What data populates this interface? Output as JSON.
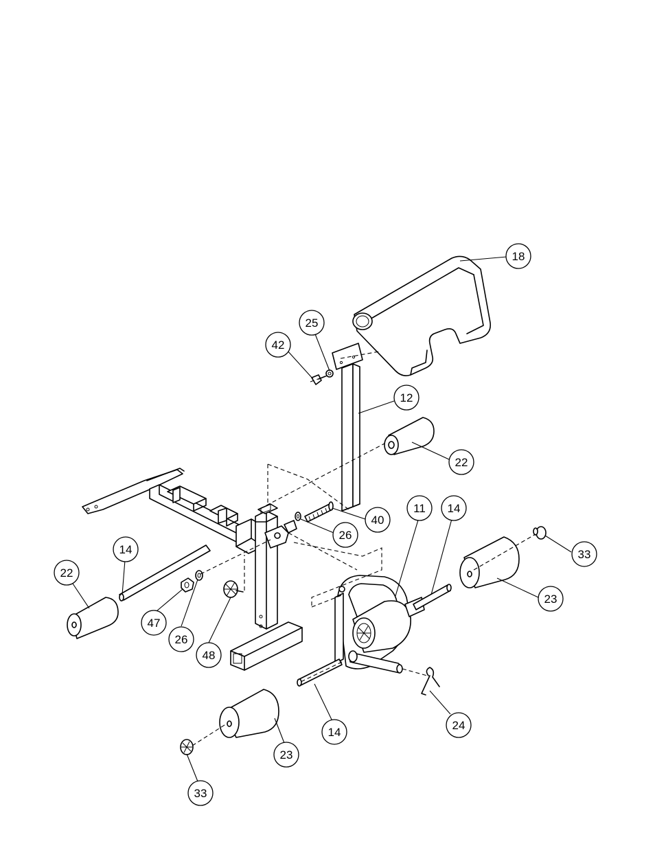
{
  "callouts": [
    {
      "id": "c18",
      "label": "18"
    },
    {
      "id": "c25",
      "label": "25"
    },
    {
      "id": "c42",
      "label": "42"
    },
    {
      "id": "c12",
      "label": "12"
    },
    {
      "id": "c22a",
      "label": "22"
    },
    {
      "id": "c40",
      "label": "40"
    },
    {
      "id": "c26a",
      "label": "26"
    },
    {
      "id": "c11",
      "label": "11"
    },
    {
      "id": "c14a",
      "label": "14"
    },
    {
      "id": "c33a",
      "label": "33"
    },
    {
      "id": "c14b",
      "label": "14"
    },
    {
      "id": "c22b",
      "label": "22"
    },
    {
      "id": "c47",
      "label": "47"
    },
    {
      "id": "c26b",
      "label": "26"
    },
    {
      "id": "c48",
      "label": "48"
    },
    {
      "id": "c23a",
      "label": "23"
    },
    {
      "id": "c24",
      "label": "24"
    },
    {
      "id": "c14c",
      "label": "14"
    },
    {
      "id": "c23b",
      "label": "23"
    },
    {
      "id": "c33b",
      "label": "33"
    }
  ]
}
